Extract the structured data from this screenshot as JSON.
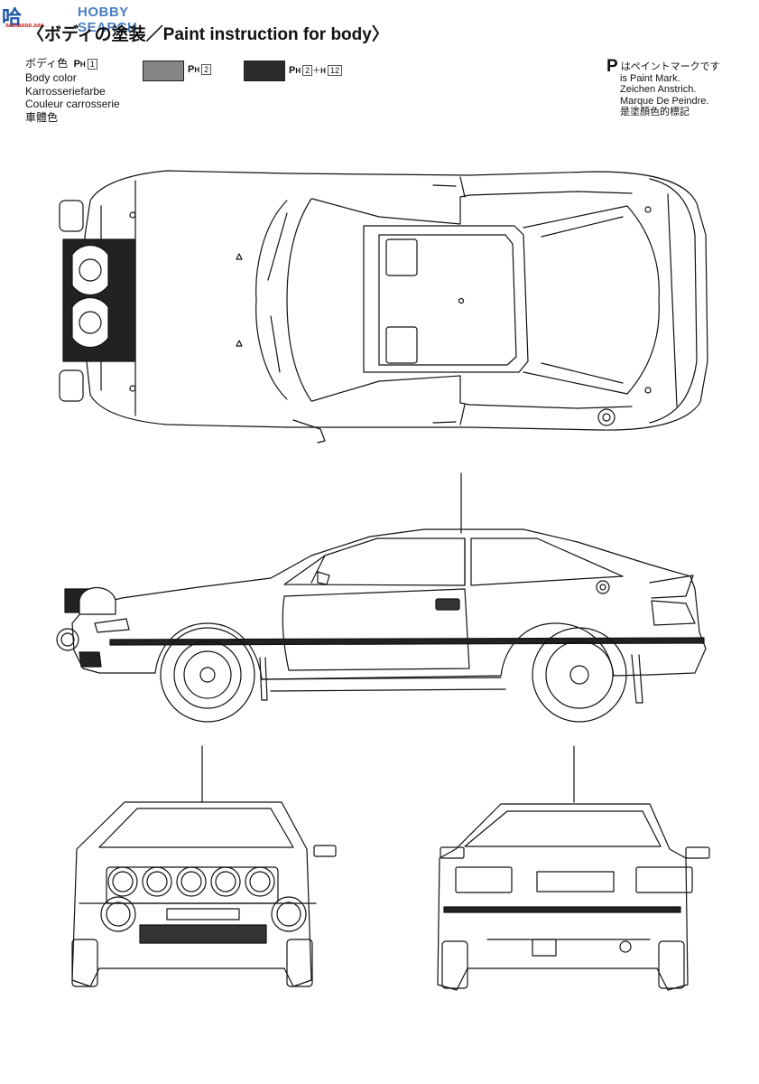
{
  "watermark": {
    "logo": "哈",
    "text": "HOBBY SEARCH",
    "sub": "aaa.aaaa.aaa"
  },
  "title": "〈ボディの塗装／Paint instruction for body〉",
  "legend": {
    "body_color": {
      "label_jp": "ボディ色",
      "paint_letter": "P",
      "paint_sub": "H",
      "paint_num": "1",
      "en": "Body color",
      "de": "Karrosseriefarbe",
      "fr": "Couleur carrosserie",
      "zh": "車體色"
    },
    "swatches": [
      {
        "color": "#858585",
        "paint_letter": "P",
        "paint_sub": "H",
        "nums": [
          "2"
        ]
      },
      {
        "color": "#2b2b2b",
        "paint_letter": "P",
        "paint_sub": "H",
        "nums": [
          "2",
          "12"
        ],
        "joiner": "＋",
        "sub2": "H"
      }
    ]
  },
  "paint_mark": {
    "letter": "P",
    "jp": "はペイントマークです",
    "en": "is Paint Mark.",
    "de": "Zeichen Anstrich.",
    "fr": "Marque De Peindre.",
    "zh": "是塗顏色的標記"
  }
}
